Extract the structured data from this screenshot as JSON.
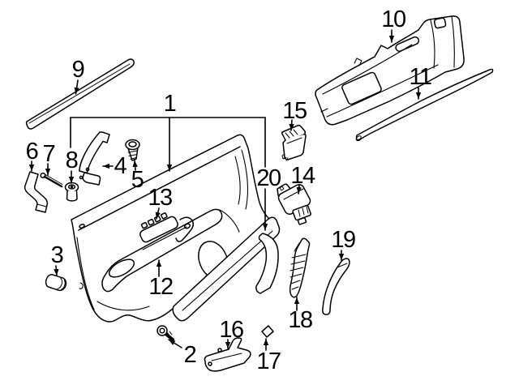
{
  "diagram": {
    "background_color": "#ffffff",
    "line_color": "#000000",
    "callouts": [
      "1",
      "2",
      "3",
      "4",
      "5",
      "6",
      "7",
      "8",
      "9",
      "10",
      "11",
      "12",
      "13",
      "14",
      "15",
      "16",
      "17",
      "18",
      "19",
      "20"
    ]
  }
}
